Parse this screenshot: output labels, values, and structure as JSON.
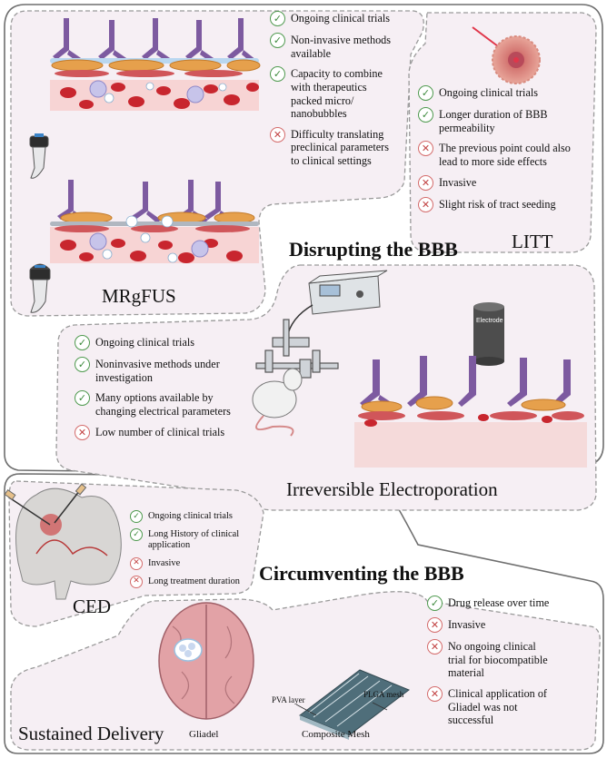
{
  "titles": {
    "disrupting": "Disrupting the BBB",
    "circumventing": "Circumventing the BBB"
  },
  "sections": {
    "mrgfus": {
      "label": "MRgFUS",
      "items": [
        {
          "type": "pro",
          "text": "Ongoing clinical trials"
        },
        {
          "type": "pro",
          "text": "Non-invasive methods\navailable"
        },
        {
          "type": "pro",
          "text": "Capacity to combine\nwith therapeutics\npacked micro/\nnanobubbles"
        },
        {
          "type": "con",
          "text": "Difficulty translating\npreclinical parameters\nto clinical settings"
        }
      ]
    },
    "litt": {
      "label": "LITT",
      "items": [
        {
          "type": "pro",
          "text": "Ongoing clinical trials"
        },
        {
          "type": "pro",
          "text": "Longer duration of BBB\npermeability"
        },
        {
          "type": "con",
          "text": "The previous point could also\nlead to more side effects"
        },
        {
          "type": "con",
          "text": "Invasive"
        },
        {
          "type": "con",
          "text": "Slight risk of tract seeding"
        }
      ]
    },
    "ire": {
      "label": "Irreversible Electroporation",
      "electrode_label": "Electrode",
      "items": [
        {
          "type": "pro",
          "text": "Ongoing clinical trials"
        },
        {
          "type": "pro",
          "text": "Noninvasive methods under\ninvestigation"
        },
        {
          "type": "pro",
          "text": "Many options available by\nchanging electrical parameters"
        },
        {
          "type": "con",
          "text": "Low number of clinical trials"
        }
      ]
    },
    "ced": {
      "label": "CED",
      "items": [
        {
          "type": "pro",
          "text": "Ongoing clinical trials"
        },
        {
          "type": "pro",
          "text": "Long History of clinical\napplication"
        },
        {
          "type": "con",
          "text": "Invasive"
        },
        {
          "type": "con",
          "text": "Long treatment duration"
        }
      ]
    },
    "sustained": {
      "label": "Sustained Delivery",
      "gliadel_label": "Gliadel",
      "mesh_label": "Composite Mesh",
      "pva_label": "PVA layer",
      "plga_label": "PLGA mesh",
      "items": [
        {
          "type": "pro",
          "text": "Drug release over time"
        },
        {
          "type": "con",
          "text": "Invasive"
        },
        {
          "type": "con",
          "text": "No ongoing clinical\ntrial for biocompatible\nmaterial"
        },
        {
          "type": "con",
          "text": "Clinical application of\nGliadel was not\nsuccessful"
        }
      ]
    }
  },
  "colors": {
    "panel_fill": "#f6eff4",
    "dashed_border": "#9a9a9a",
    "outer_border": "#6e6e6e",
    "pro_icon": "#4f9a4f",
    "con_icon": "#d46b6b"
  },
  "icons": {
    "pro": "check-circle-icon",
    "con": "x-circle-icon"
  }
}
